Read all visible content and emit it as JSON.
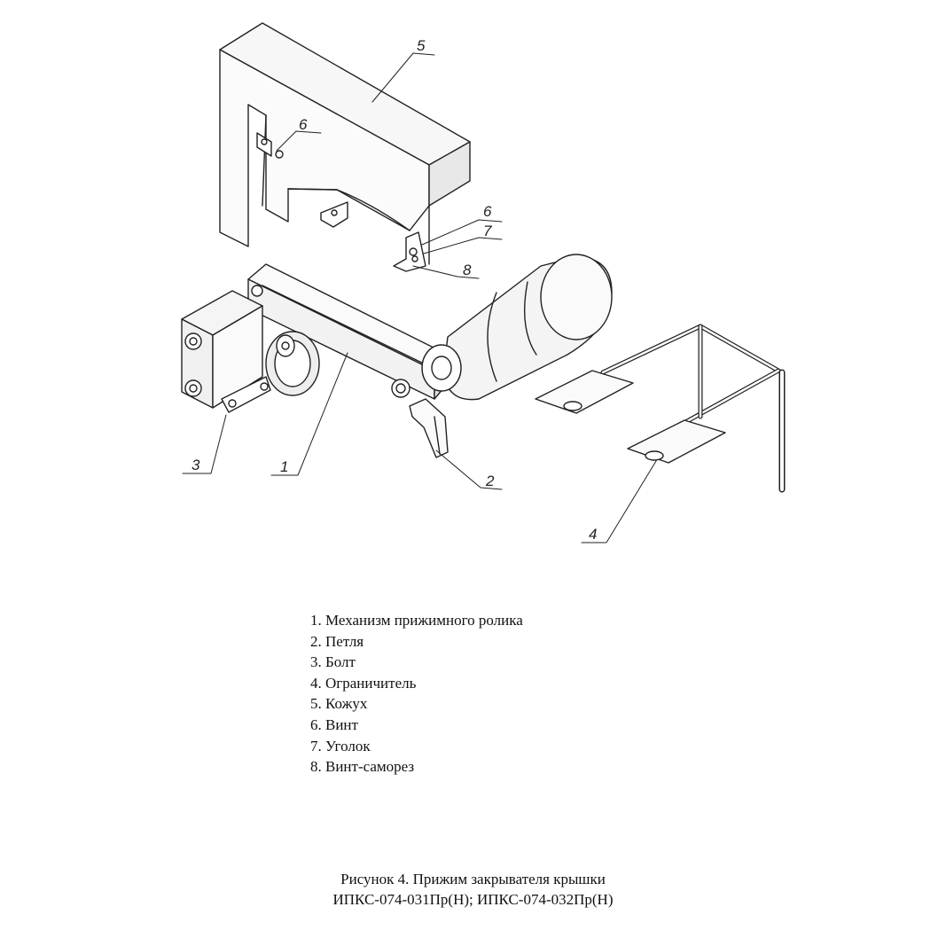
{
  "callouts": {
    "c1": "1",
    "c2": "2",
    "c3": "3",
    "c4": "4",
    "c5": "5",
    "c6a": "6",
    "c6b": "6",
    "c7": "7",
    "c8": "8"
  },
  "legend": [
    "1. Механизм прижимного ролика",
    "2. Петля",
    "3. Болт",
    "4. Ограничитель",
    "5. Кожух",
    "6. Винт",
    "7. Уголок",
    "8. Винт-саморез"
  ],
  "caption": {
    "line1": "Рисунок 4. Прижим закрывателя крышки",
    "line2": "ИПКС-074-031Пр(Н); ИПКС-074-032Пр(Н)"
  }
}
